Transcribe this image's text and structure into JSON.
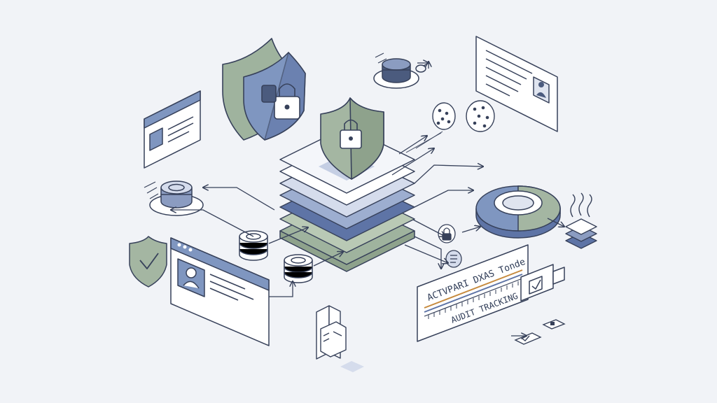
{
  "illustration": {
    "timeline_heading": "ACTVPARI DXAS Tonde",
    "timeline_subheading": "AUDIT TRACKING"
  },
  "icons": {
    "large_shield": "shield-lock",
    "center_shield": "shield-lock",
    "left_shield": "shield-check",
    "database": "stacked-disk",
    "profile_window": "user-profile-card",
    "document_card": "document",
    "checkbox": "check"
  },
  "colors": {
    "outline": "#37415a",
    "blue": "#7f96c0",
    "blue_dark": "#5e74a6",
    "sage": "#a4b6a2",
    "sage_dark": "#8ea28c",
    "light": "#ffffff",
    "background": "#f1f3f7"
  }
}
